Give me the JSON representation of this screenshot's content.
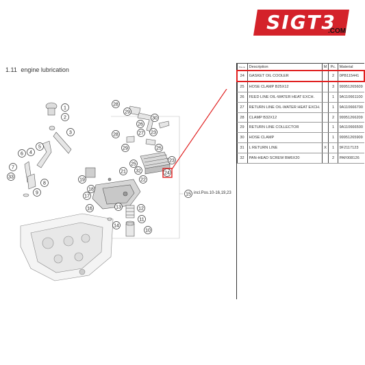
{
  "brand": {
    "logo_text": "SIGT3",
    "domain": ".COM",
    "accent": "#d4222a"
  },
  "section": {
    "number": "1.11",
    "title": "engine lubrication"
  },
  "note": "incl.Pos.10-16,19,23",
  "callouts": [
    "1",
    "2",
    "3",
    "4",
    "5",
    "6",
    "7",
    "33",
    "8",
    "9",
    "28",
    "29",
    "30",
    "26",
    "27",
    "23",
    "25",
    "22",
    "24",
    "21",
    "32",
    "19",
    "18",
    "17",
    "16",
    "13",
    "12",
    "14",
    "11",
    "10",
    "15"
  ],
  "highlight": {
    "part": "24",
    "color": "#e02020"
  },
  "table": {
    "headers": {
      "pos": "Pos-no",
      "desc": "Description",
      "m": "M",
      "pc": "Pc.",
      "material": "Material"
    },
    "rows": [
      {
        "pos": "24",
        "desc": "GASKET OIL COOLER",
        "m": "",
        "pc": "2",
        "material": "0PB115441"
      },
      {
        "pos": "25",
        "desc": "HOSE CLAMP B25X12",
        "m": "",
        "pc": "3",
        "material": "99951265609"
      },
      {
        "pos": "26",
        "desc": "FEED LINE OIL-WATER HEAT EXCH.",
        "m": "",
        "pc": "1",
        "material": "9A110661100"
      },
      {
        "pos": "27",
        "desc": "RETURN LINE OIL-WATER HEAT EXCH.",
        "m": "",
        "pc": "1",
        "material": "9A110666700"
      },
      {
        "pos": "28",
        "desc": "CLAMP B32X12",
        "m": "",
        "pc": "2",
        "material": "99951266209"
      },
      {
        "pos": "29",
        "desc": "RETURN LINE COLLECTOR",
        "m": "",
        "pc": "1",
        "material": "9A110666500"
      },
      {
        "pos": "30",
        "desc": "HOSE CLAMP",
        "m": "",
        "pc": "1",
        "material": "99951265909"
      },
      {
        "pos": "31",
        "desc": "L RETURN LINE",
        "m": "X",
        "pc": "1",
        "material": "9F2117123"
      },
      {
        "pos": "32",
        "desc": "PAN-HEAD SCREW BM6X20",
        "m": "",
        "pc": "2",
        "material": "PAF008126"
      }
    ]
  }
}
